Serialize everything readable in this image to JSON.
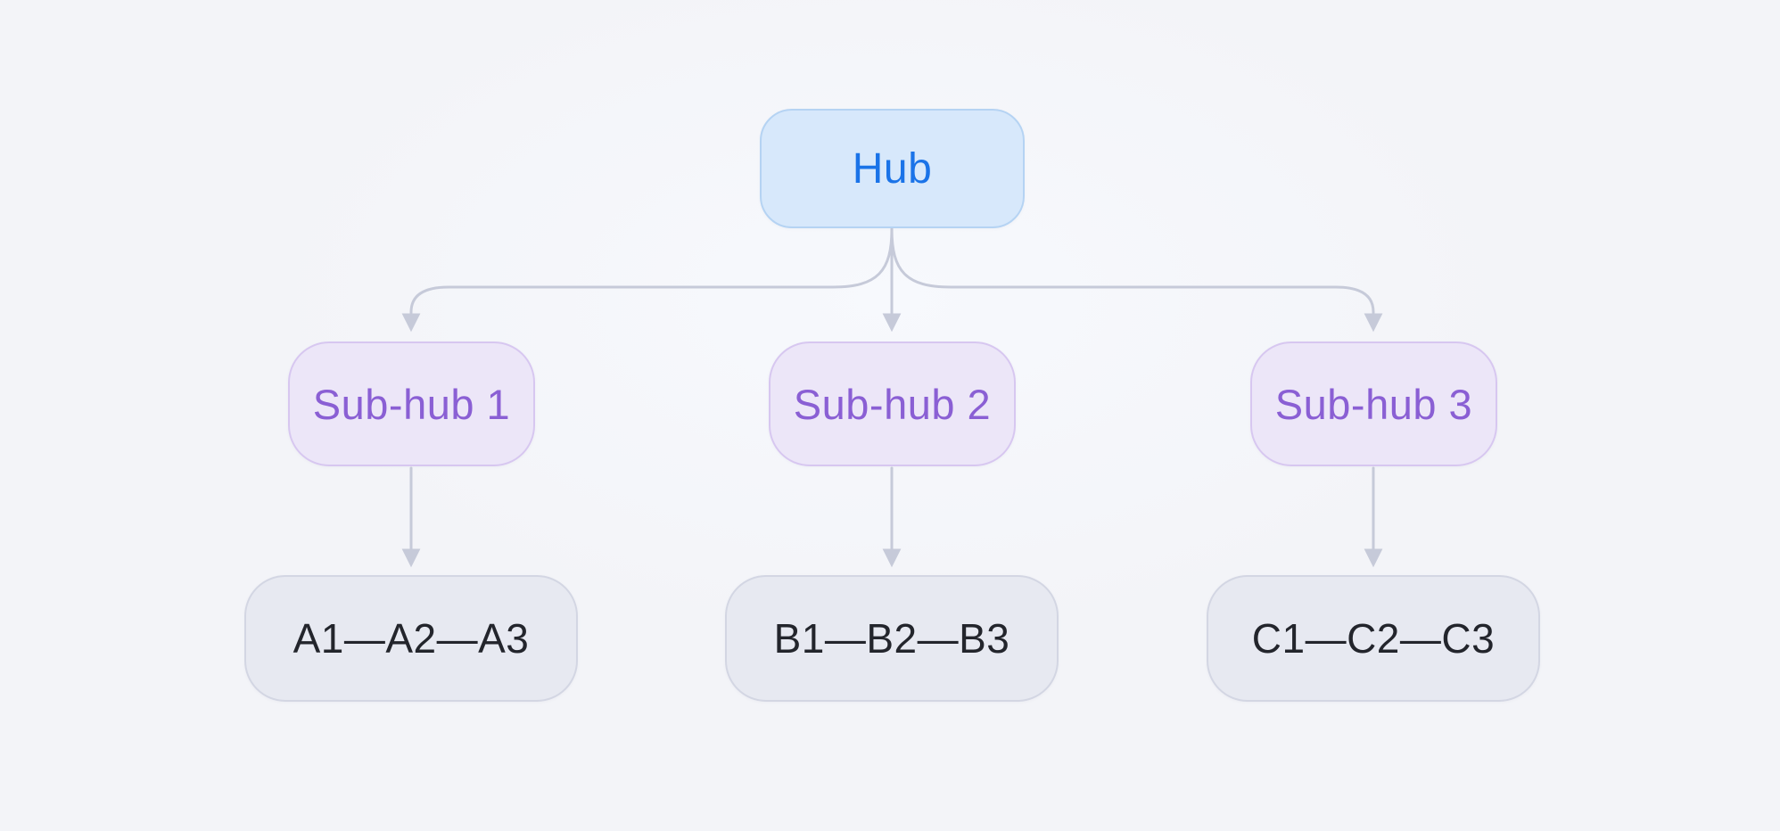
{
  "diagram": {
    "type": "tree",
    "hub": {
      "id": "hub",
      "label": "Hub"
    },
    "subhubs": [
      {
        "id": "subhub-1",
        "label": "Sub-hub 1"
      },
      {
        "id": "subhub-2",
        "label": "Sub-hub 2"
      },
      {
        "id": "subhub-3",
        "label": "Sub-hub 3"
      }
    ],
    "leaves": [
      {
        "id": "chain-a",
        "label": "A1—A2—A3"
      },
      {
        "id": "chain-b",
        "label": "B1—B2—B3"
      },
      {
        "id": "chain-c",
        "label": "C1—C2—C3"
      }
    ],
    "edges": [
      {
        "from": "hub",
        "to": "subhub-1"
      },
      {
        "from": "hub",
        "to": "subhub-2"
      },
      {
        "from": "hub",
        "to": "subhub-3"
      },
      {
        "from": "subhub-1",
        "to": "chain-a"
      },
      {
        "from": "subhub-2",
        "to": "chain-b"
      },
      {
        "from": "subhub-3",
        "to": "chain-c"
      }
    ]
  },
  "theme": {
    "canvas-bg": "#f3f4f8",
    "canvas-glow": "#f7f9fd",
    "hub-fill": "#d7e8fb",
    "hub-border": "#b5d3f3",
    "hub-text": "#1a73e8",
    "subhub-fill": "#ece6f8",
    "subhub-border": "#d7c7f0",
    "subhub-text": "#8a5fd4",
    "leaf-fill": "#e7e9f1",
    "leaf-border": "#d3d6e3",
    "leaf-text": "#23252c",
    "connector": "#c6cad9"
  }
}
